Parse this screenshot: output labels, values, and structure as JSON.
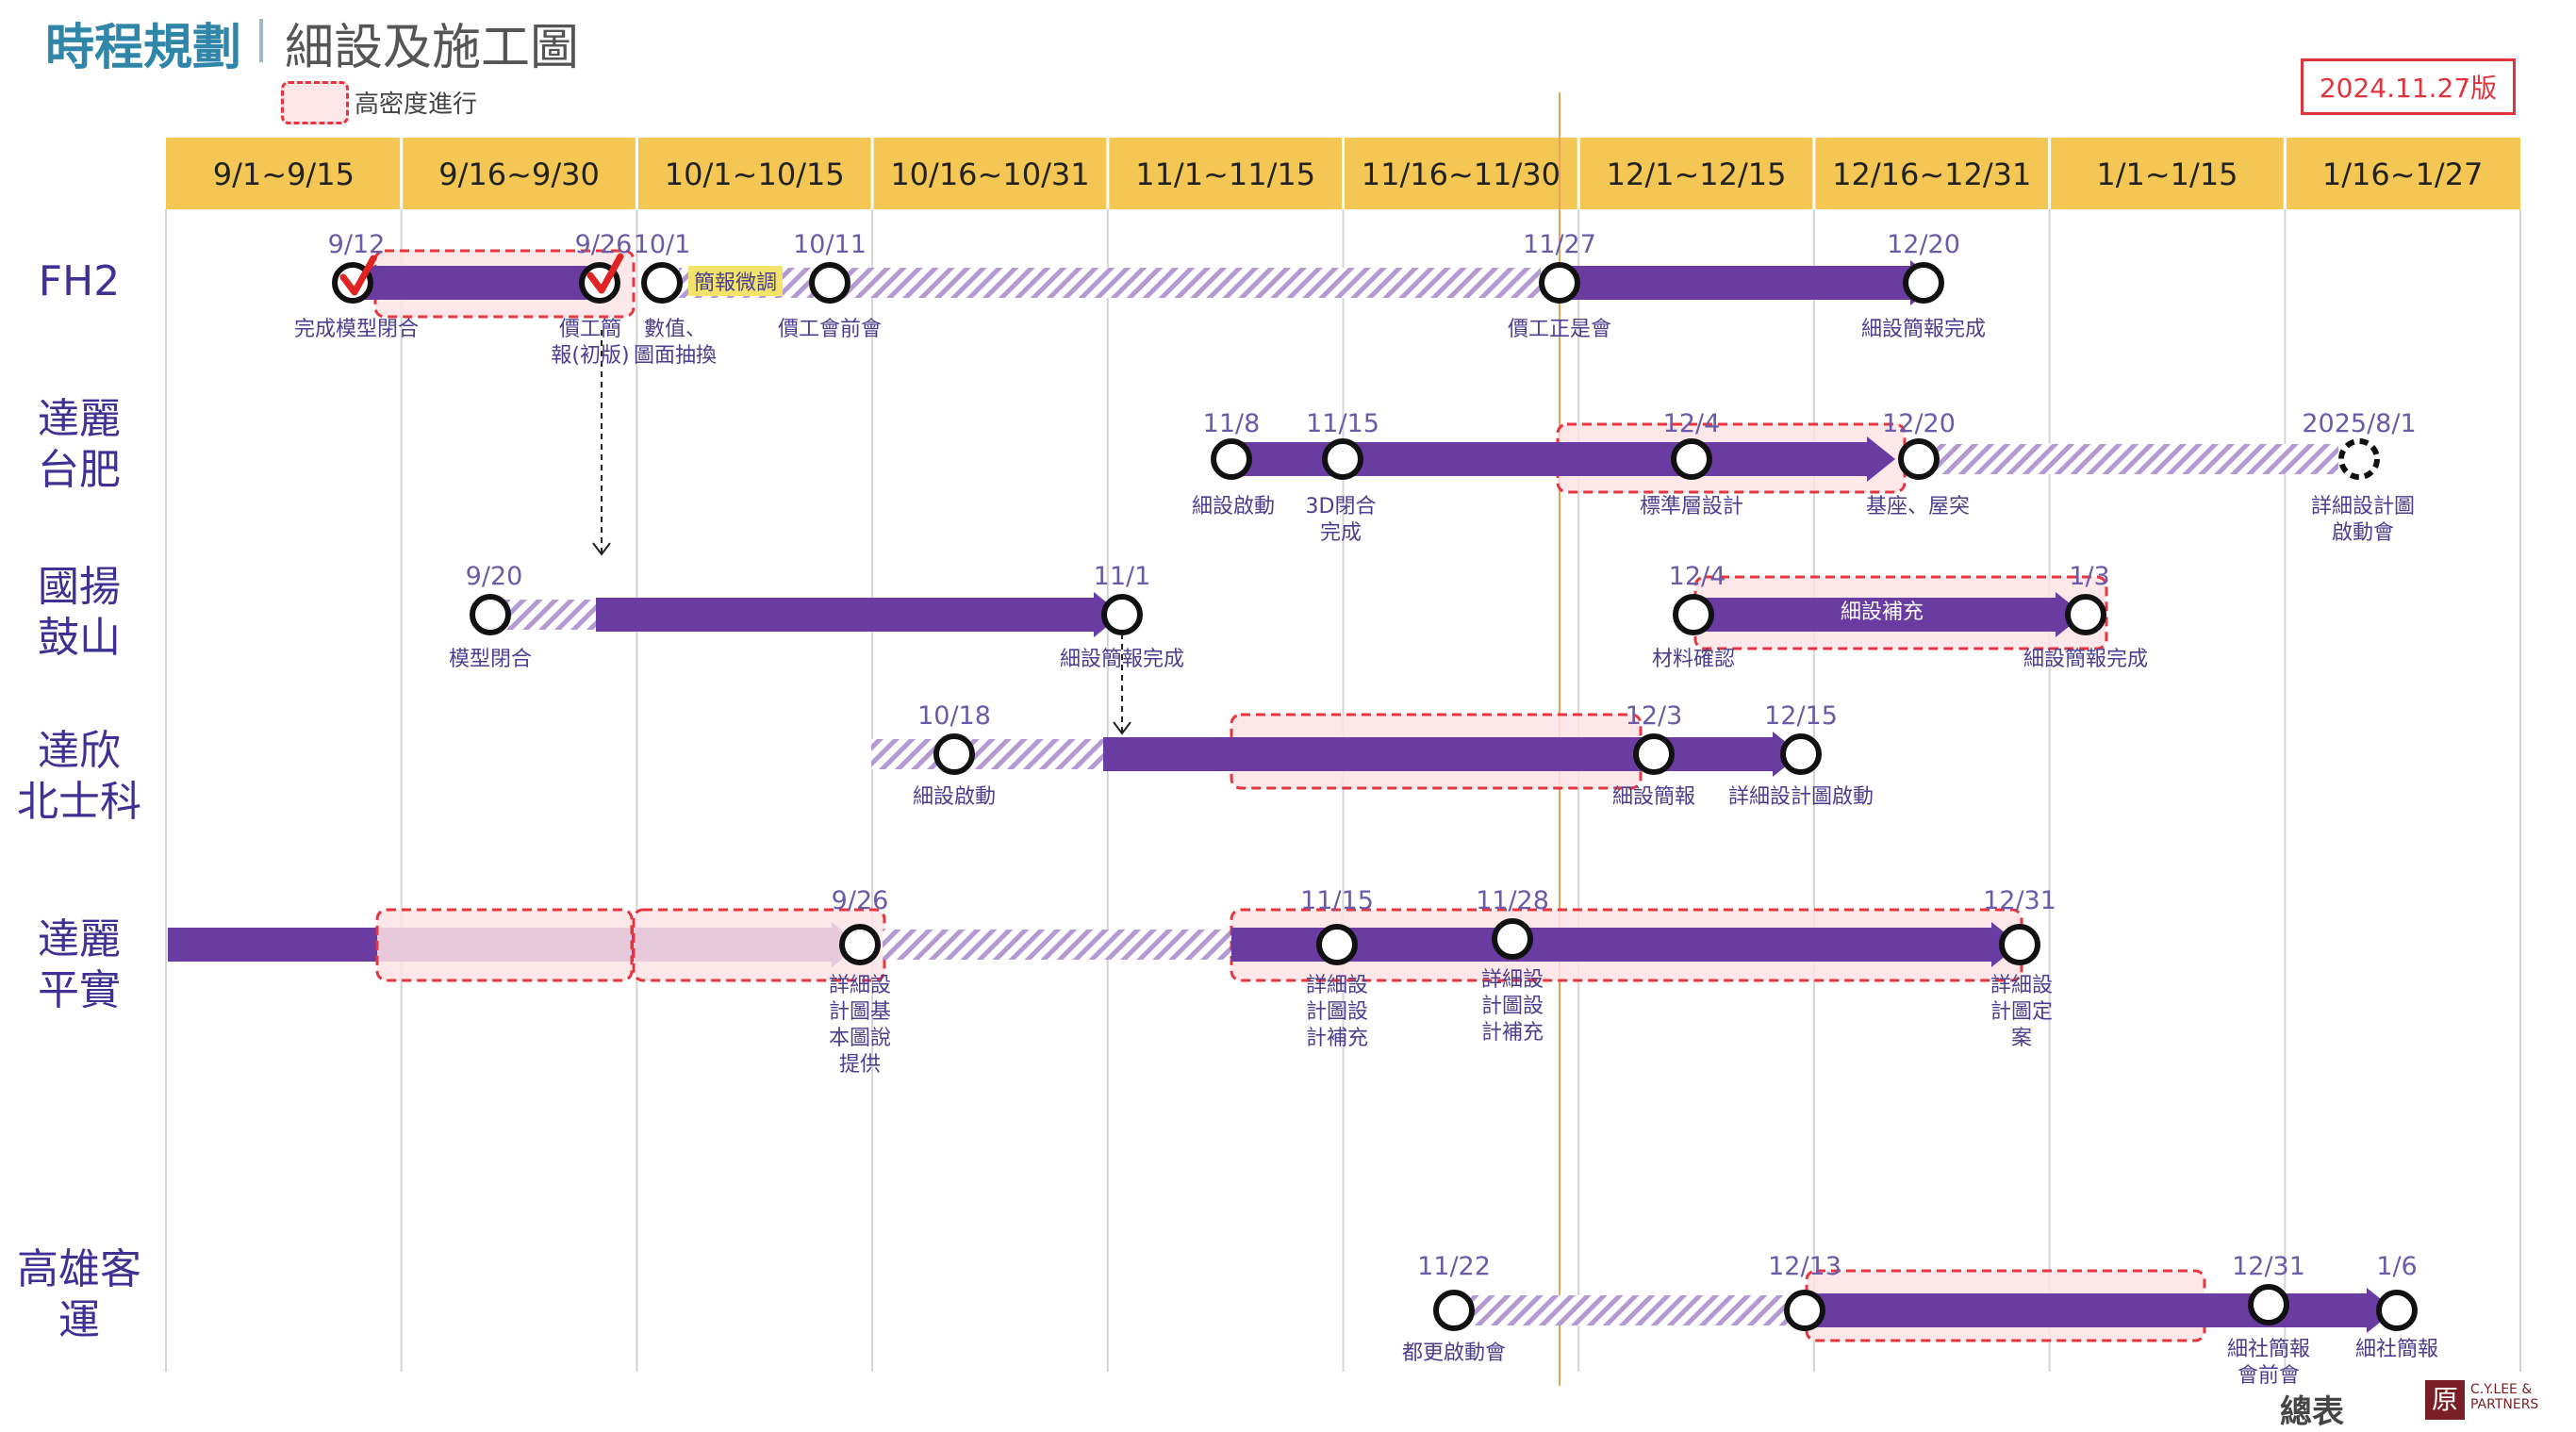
{
  "header": {
    "title": "時程規劃",
    "subtitle": "細設及施工圖",
    "legend_label": "高密度進行",
    "version": "2024.11.27版"
  },
  "colors": {
    "purple": "#6a3ba0",
    "hatch": "#b49ad2",
    "highlight_fill": "#fbe3e5",
    "highlight_border": "#e6353f",
    "header_yellow": "#f4c754",
    "today_line": "#e8a25a",
    "check_red": "#e02424"
  },
  "periods": [
    "9/1~9/15",
    "9/16~9/30",
    "10/1~10/15",
    "10/16~10/31",
    "11/1~11/15",
    "11/16~11/30",
    "12/1~12/15",
    "12/16~12/31",
    "1/1~1/15",
    "1/16~1/27"
  ],
  "today_marker": "2024.11.27",
  "rows": [
    {
      "label": "FH2",
      "milestones": [
        {
          "date": "9/12",
          "text": "完成模型閉合",
          "checked": true
        },
        {
          "date": "9/26",
          "text": "價工簡報(初版)",
          "checked": true
        },
        {
          "date": "10/1",
          "text": "數值、圖面抽換"
        },
        {
          "date": "10/11",
          "text": "價工會前會"
        },
        {
          "date": "11/27",
          "text": "價工正是會"
        },
        {
          "date": "12/20",
          "text": "細設簡報完成"
        }
      ],
      "tag": "簡報微調"
    },
    {
      "label": "達麗台肥",
      "milestones": [
        {
          "date": "11/8",
          "text": "細設啟動"
        },
        {
          "date": "11/15",
          "text": "3D閉合完成"
        },
        {
          "date": "12/4",
          "text": "標準層設計"
        },
        {
          "date": "12/20",
          "text": "基座、屋突"
        },
        {
          "date": "2025/8/1",
          "text": "詳細設計圖啟動會",
          "dashed": true
        }
      ]
    },
    {
      "label": "國揚鼓山",
      "milestones": [
        {
          "date": "9/20",
          "text": "模型閉合"
        },
        {
          "date": "11/1",
          "text": "細設簡報完成"
        },
        {
          "date": "12/4",
          "text": "材料確認"
        },
        {
          "date": "1/3",
          "text": "細設簡報完成"
        }
      ],
      "bar_label": "細設補充"
    },
    {
      "label": "達欣北士科",
      "milestones": [
        {
          "date": "10/18",
          "text": "細設啟動"
        },
        {
          "date": "12/3",
          "text": "細設簡報"
        },
        {
          "date": "12/15",
          "text": "詳細設計圖啟動"
        }
      ]
    },
    {
      "label": "達麗平實",
      "milestones": [
        {
          "date": "9/26",
          "text": "詳細設計圖基本圖說提供"
        },
        {
          "date": "11/15",
          "text": "詳細設計圖設計補充"
        },
        {
          "date": "11/28",
          "text": "詳細設計圖設計補充"
        },
        {
          "date": "12/31",
          "text": "詳細設計圖定案"
        }
      ]
    },
    {
      "label": "高雄客運",
      "milestones": [
        {
          "date": "11/22",
          "text": "都更啟動會"
        },
        {
          "date": "12/13",
          "text": ""
        },
        {
          "date": "12/31",
          "text": "細社簡報會前會"
        },
        {
          "date": "1/6",
          "text": "細社簡報"
        }
      ]
    }
  ],
  "footer": {
    "total": "總表",
    "logo_char": "原",
    "logo_name": "C.Y.LEE & PARTNERS"
  }
}
